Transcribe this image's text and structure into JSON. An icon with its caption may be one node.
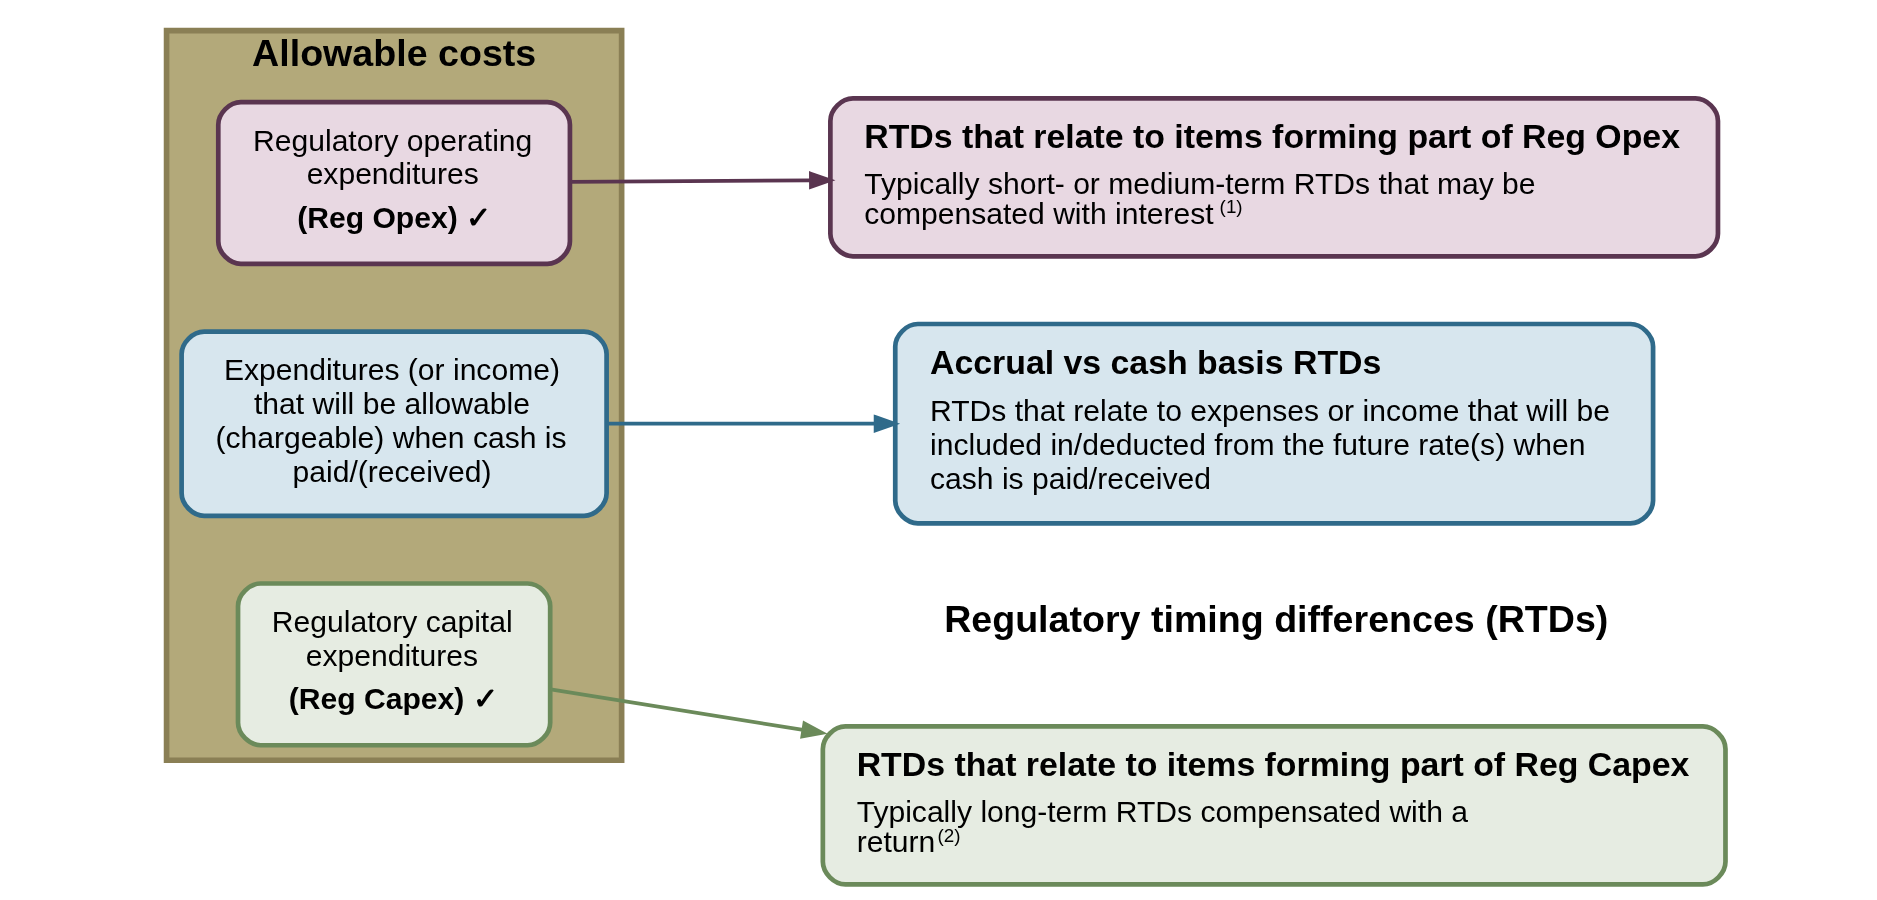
{
  "diagram": {
    "nodes": [
      {
        "text": [
          "Allowable costs"
        ]
      },
      {
        "text": [
          "Regulatory capital expenditures",
          "(Reg Capex) ✓"
        ],
        "in": 0
      },
      {
        "text": [
          "Regulatory operating expenditures",
          "(Reg Opex) ✓"
        ],
        "in": 0
      },
      {
        "text": [
          "Expenditures (or income) that will be allowable (chargeable) when cash is paid/(received)"
        ],
        "in": 0
      },
      {
        "text": [
          "RTDs that relate to items forming part of Reg Capex",
          "Typically long-term RTDs compensated with a return$^{(2)}$"
        ]
      },
      {
        "text": [
          "RTDs that relate to items forming part of Reg Opex",
          "Typically short- or medium-term RTDs that may be compensated with interest$^{(1)}$"
        ]
      },
      {
        "text": [
          "Accrual vs cash basis RTDs",
          "RTDs that relate to expenses or income that will be included in/deducted from the future rate(s) when cash is paid/received"
        ]
      }
    ],
    "edges": [
      {
        "from": 1,
        "to": 4,
        "arrow": "to",
        "color": "#6b8a5a"
      },
      {
        "from": 2,
        "to": 5,
        "arrow": "to",
        "color": "#5a3550"
      },
      {
        "from": 3,
        "to": 6,
        "arrow": "to",
        "color": "#2f6a8a"
      }
    ],
    "labels": [
      "Regulatory timing differences (RTDs)"
    ]
  }
}
